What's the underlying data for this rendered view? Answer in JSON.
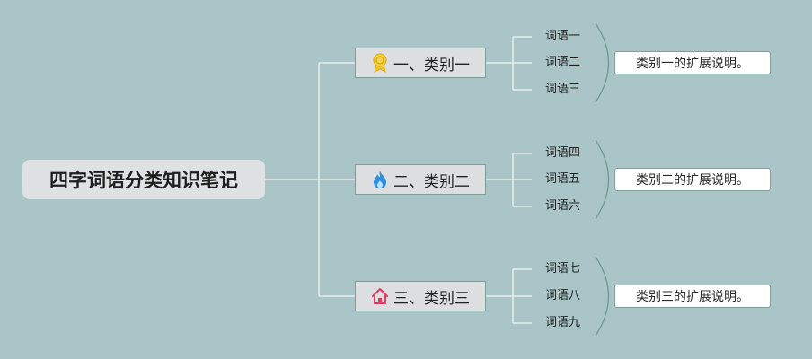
{
  "title": "四字词语分类知识笔记",
  "colors": {
    "background": "#a9c5c8",
    "line": "#e8eeee",
    "node": "#dcdedf",
    "node_border": "#7e9e98",
    "brace": "#6f9890",
    "medal": "#f2c230",
    "fire": "#2f8fe0",
    "home": "#e0395f"
  },
  "categories": [
    {
      "label": "一、类别一",
      "icon": "medal-icon",
      "words": [
        "词语一",
        "词语二",
        "词语三"
      ],
      "note": "类别一的扩展说明。"
    },
    {
      "label": "二、类别二",
      "icon": "fire-icon",
      "words": [
        "词语四",
        "词语五",
        "词语六"
      ],
      "note": "类别二的扩展说明。"
    },
    {
      "label": "三、类别三",
      "icon": "home-icon",
      "words": [
        "词语七",
        "词语八",
        "词语九"
      ],
      "note": "类别三的扩展说明。"
    }
  ]
}
